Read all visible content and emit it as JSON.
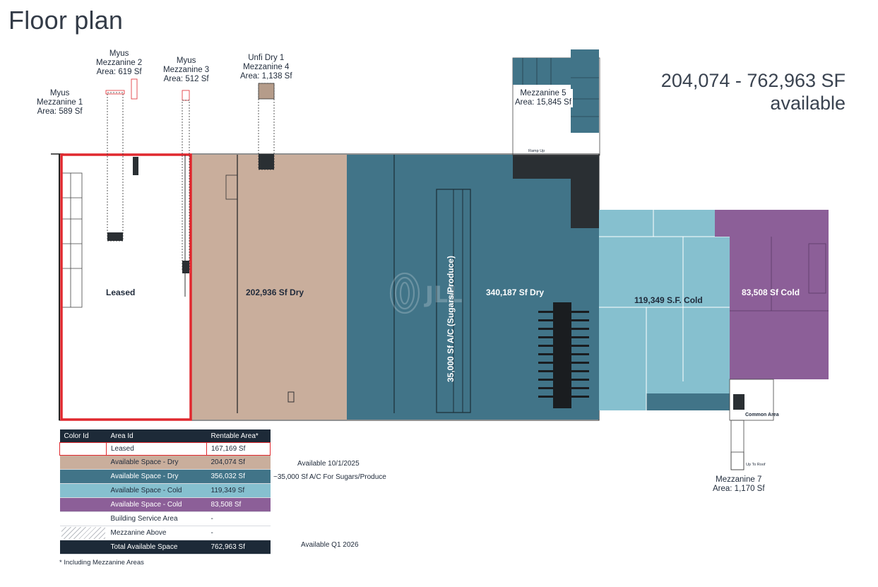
{
  "page": {
    "title": "Floor plan",
    "availability_line1": "204,074 - 762,963 SF",
    "availability_line2": "available"
  },
  "mezzanines": [
    {
      "lines": [
        "Myus",
        "Mezzanine 1",
        "Area: 589 Sf"
      ]
    },
    {
      "lines": [
        "Myus",
        "Mezzanine 2",
        "Area: 619 Sf"
      ]
    },
    {
      "lines": [
        "Myus",
        "Mezzanine 3",
        "Area: 512 Sf"
      ]
    },
    {
      "lines": [
        "Unfi Dry 1",
        "Mezzanine 4",
        "Area: 1,138 Sf"
      ]
    },
    {
      "lines": [
        "Mezzanine 5",
        "Area: 15,845 Sf"
      ]
    },
    {
      "lines": [
        "Mezzanine 7",
        "Area: 1,170 Sf"
      ]
    }
  ],
  "zones": {
    "leased": "Leased",
    "dry_tan": "202,936 Sf Dry",
    "dry_teal": "340,187 Sf Dry",
    "ac_vertical": "35,000 Sf A/C (Sugars/Produce)",
    "cold_light": "119,349 S.F. Cold",
    "cold_purple": "83,508 Sf Cold",
    "common_area": "Common Area",
    "ramp_up": "Ramp Up",
    "up_to_roof": "Up To Roof"
  },
  "colors": {
    "leased_border": "#e0282e",
    "dry_tan": "#c9ae9c",
    "dry_teal": "#417488",
    "cold_light": "#86c0cf",
    "cold_purple": "#8c5f98",
    "dark_header": "#1d2a38",
    "service_dark": "#2a2f33"
  },
  "legend": {
    "headers": [
      "Color Id",
      "Area Id",
      "Rentable Area*"
    ],
    "rows": [
      {
        "color": "",
        "area": "Leased",
        "value": "167,169 Sf",
        "note": ""
      },
      {
        "color": "#c9ae9c",
        "area": "Available Space - Dry",
        "value": "204,074 Sf",
        "note": "Available 10/1/2025"
      },
      {
        "color": "#417488",
        "area": "Available Space - Dry",
        "value": "356,032 Sf",
        "note": "~35,000 Sf A/C For Sugars/Produce"
      },
      {
        "color": "#86c0cf",
        "area": "Available Space - Cold",
        "value": "119,349 Sf",
        "note": ""
      },
      {
        "color": "#8c5f98",
        "area": "Available Space - Cold",
        "value": "83,508 Sf",
        "note": ""
      },
      {
        "color": "#ffffff",
        "area": "Building Service Area",
        "value": "-",
        "note": ""
      },
      {
        "color": "hatch",
        "area": "Mezzanine Above",
        "value": "-",
        "note": ""
      },
      {
        "color": "#1d2a38",
        "area": "Total Available Space",
        "value": "762,963 Sf",
        "note": "Available Q1 2026"
      }
    ],
    "footnote": "* Including Mezzanine Areas"
  }
}
